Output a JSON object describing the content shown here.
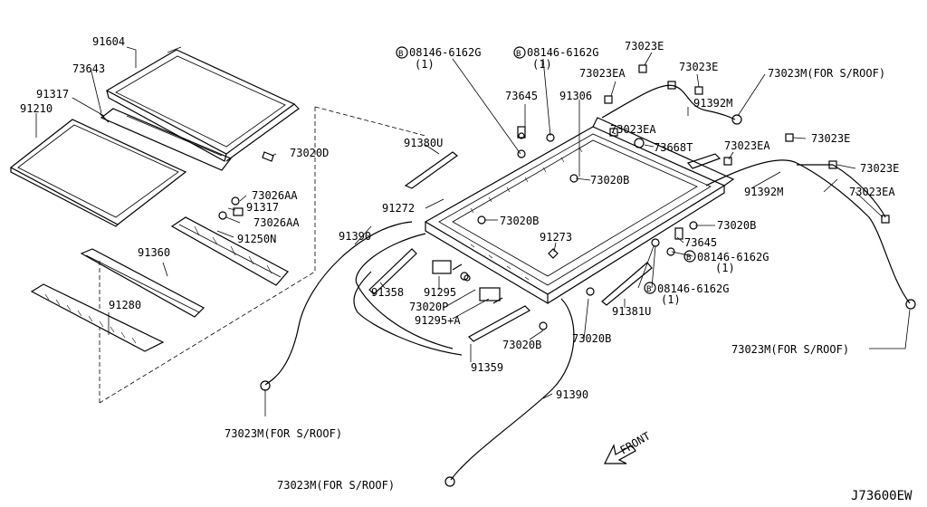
{
  "diagram_id": "J73600EW",
  "front_label": "FRONT",
  "callouts": [
    {
      "id": "c1",
      "text": "91604"
    },
    {
      "id": "c2",
      "text": "73643"
    },
    {
      "id": "c3",
      "text": "91317"
    },
    {
      "id": "c4",
      "text": "91210"
    },
    {
      "id": "c5",
      "text": "73020D"
    },
    {
      "id": "c6",
      "text": "73026AA"
    },
    {
      "id": "c7",
      "text": "91317"
    },
    {
      "id": "c8",
      "text": "73026AA"
    },
    {
      "id": "c9",
      "text": "91250N"
    },
    {
      "id": "c10",
      "text": "91360"
    },
    {
      "id": "c11",
      "text": "91280"
    },
    {
      "id": "c12",
      "text": "73023M(FOR S/ROOF)"
    },
    {
      "id": "c13",
      "text": "91390"
    },
    {
      "id": "c14",
      "text": "91358"
    },
    {
      "id": "c15",
      "text": "91295"
    },
    {
      "id": "c16",
      "text": "73020P"
    },
    {
      "id": "c17",
      "text": "91295+A"
    },
    {
      "id": "c18",
      "text": "73020B"
    },
    {
      "id": "c19",
      "text": "91359"
    },
    {
      "id": "c20",
      "text": "91390"
    },
    {
      "id": "c21",
      "text": "73023M(FOR S/ROOF)"
    },
    {
      "id": "c22",
      "text": "91380U"
    },
    {
      "id": "c23",
      "text": "91272"
    },
    {
      "id": "c24",
      "text": "73020B"
    },
    {
      "id": "c25",
      "text": "91273"
    },
    {
      "id": "c26",
      "text": "73020B"
    },
    {
      "id": "c27",
      "text": "91381U"
    },
    {
      "id": "c28",
      "text": "08146-6162G"
    },
    {
      "id": "c29",
      "text": "(1)"
    },
    {
      "id": "c30",
      "text": "08146-6162G"
    },
    {
      "id": "c31",
      "text": "(1)"
    },
    {
      "id": "c32",
      "text": "73645"
    },
    {
      "id": "c33",
      "text": "91306"
    },
    {
      "id": "c34",
      "text": "73023EA"
    },
    {
      "id": "c35",
      "text": "73023E"
    },
    {
      "id": "c36",
      "text": "73023E"
    },
    {
      "id": "c37",
      "text": "91392M"
    },
    {
      "id": "c38",
      "text": "73023EA"
    },
    {
      "id": "c39",
      "text": "73668T"
    },
    {
      "id": "c40",
      "text": "73023EA"
    },
    {
      "id": "c41",
      "text": "73020B"
    },
    {
      "id": "c42",
      "text": "73020B"
    },
    {
      "id": "c43",
      "text": "73645"
    },
    {
      "id": "c44",
      "text": "08146-6162G"
    },
    {
      "id": "c45",
      "text": "(1)"
    },
    {
      "id": "c46",
      "text": "08146-6162G"
    },
    {
      "id": "c47",
      "text": "(1)"
    },
    {
      "id": "c48",
      "text": "73023M(FOR S/ROOF)"
    },
    {
      "id": "c49",
      "text": "73023E"
    },
    {
      "id": "c50",
      "text": "73023E"
    },
    {
      "id": "c51",
      "text": "91392M"
    },
    {
      "id": "c52",
      "text": "73023EA"
    },
    {
      "id": "c53",
      "text": "73023M(FOR S/ROOF)"
    }
  ]
}
